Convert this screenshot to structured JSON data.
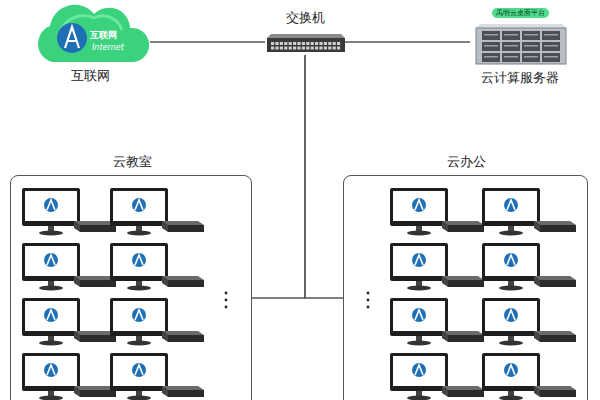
{
  "diagram": {
    "nodes": [
      {
        "text": [
          "互联网",
          "Internet",
          "互联网"
        ]
      },
      {
        "text": [
          "交换机"
        ]
      },
      {
        "text": [
          "禹明云桌面平台",
          "云计算服务器"
        ]
      },
      {
        "text": [
          "云教室"
        ]
      },
      {
        "text": [
          "云办公"
        ]
      }
    ],
    "edges": [
      {
        "from": 0,
        "to": 1,
        "arrow": "none"
      },
      {
        "from": 1,
        "to": 2,
        "arrow": "none"
      },
      {
        "from": 1,
        "to": 3,
        "arrow": "none"
      },
      {
        "from": 1,
        "to": 4,
        "arrow": "none"
      }
    ]
  }
}
